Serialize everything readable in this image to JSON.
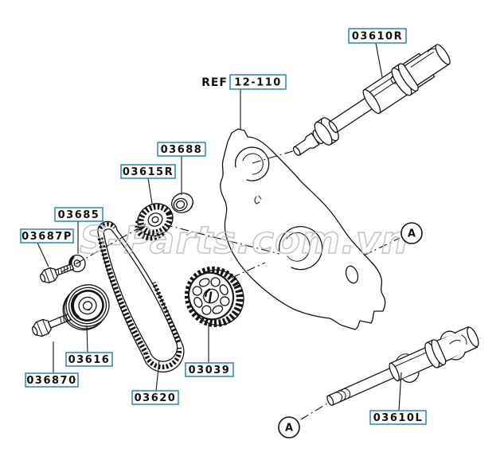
{
  "watermark": "S-Parts.com.vn",
  "ref": {
    "prefix": "REF",
    "boxed": "12-110"
  },
  "labels": {
    "l03610R": "03610R",
    "l03688": "03688",
    "l03615R": "03615R",
    "l03685": "03685",
    "l03687P": "03687P",
    "l03616": "03616",
    "l036870": "036870",
    "l03620": "03620",
    "l03039": "03039",
    "l03610L": "03610L"
  },
  "marker": {
    "a": "A"
  },
  "colors": {
    "label_border": "#2e86ab",
    "line": "#141414",
    "watermark": "#b9b9b9"
  }
}
